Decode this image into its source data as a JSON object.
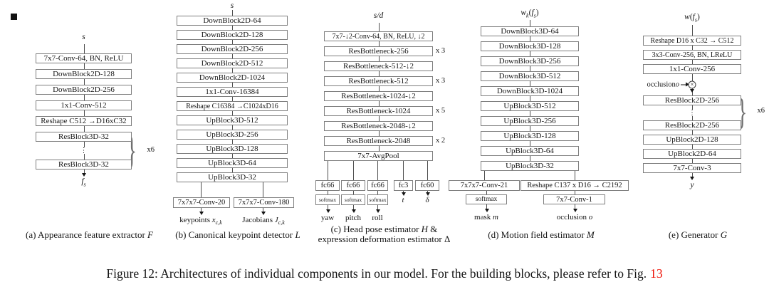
{
  "figure_caption": {
    "text": "Figure 12: Architectures of individual components in our model. For the building blocks, please refer to Fig.",
    "link_text": "13",
    "link_color": "#ee1105"
  },
  "columns": {
    "a": {
      "input": "s",
      "boxes": [
        "7x7-Conv-64, BN, ReLU",
        "DownBlock2D-128",
        "DownBlock2D-256",
        "1x1-Conv-512",
        "Reshape C512 →D16xC32",
        "ResBlock3D-32",
        "ResBlock3D-32"
      ],
      "dots": "⋮",
      "repeat": "x6",
      "output_var": "f",
      "output_sub": "s",
      "caption_prefix": "(a) Appearance feature extractor ",
      "caption_var": "F"
    },
    "b": {
      "input": "s",
      "boxes": [
        "DownBlock2D-64",
        "DownBlock2D-128",
        "DownBlock2D-256",
        "DownBlock2D-512",
        "DownBlock2D-1024",
        "1x1-Conv-16384",
        "Reshape C16384 →C1024xD16",
        "UpBlock3D-512",
        "UpBlock3D-256",
        "UpBlock3D-128",
        "UpBlock3D-64",
        "UpBlock3D-32"
      ],
      "branch_left": "7x7x7-Conv-20",
      "branch_right": "7x7x7-Conv-180",
      "out_left_prefix": "keypoints ",
      "out_left_var": "x",
      "out_left_sub": "c,k",
      "out_right_prefix": "Jacobians ",
      "out_right_var": "J",
      "out_right_sub": "c,k",
      "caption_prefix": "(b) Canonical keypoint detector ",
      "caption_var": "L"
    },
    "c": {
      "input": "s/d",
      "boxes": [
        "7x7-↓2-Conv-64, BN, ReLU, ↓2",
        "ResBottleneck-256",
        "ResBottleneck-512-↓2",
        "ResBottleneck-512",
        "ResBottleneck-1024-↓2",
        "ResBottleneck-1024",
        "ResBottleneck-2048-↓2",
        "ResBottleneck-2048",
        "7x7-AvgPool"
      ],
      "rep1": "x 3",
      "rep2": "x 3",
      "rep3": "x 5",
      "rep4": "x 2",
      "fc": [
        "fc66",
        "fc66",
        "fc66",
        "fc3",
        "fc60"
      ],
      "softmax": "softmax",
      "out_yaw": "yaw",
      "out_pitch": "pitch",
      "out_roll": "roll",
      "out_t": "t",
      "out_delta": "δ",
      "caption1_prefix": "(c) Head pose estimator ",
      "caption1_var": "H",
      "caption1_suffix": " &",
      "caption2_prefix": "expression deformation estimator ",
      "caption2_var": "Δ"
    },
    "d": {
      "input_v1": "w",
      "input_s1": "k",
      "input_m": "(",
      "input_v2": "f",
      "input_s2": "s",
      "input_e": ")",
      "boxes": [
        "DownBlock3D-64",
        "DownBlock3D-128",
        "DownBlock3D-256",
        "DownBlock3D-512",
        "DownBlock3D-1024",
        "UpBlock3D-512",
        "UpBlock3D-256",
        "UpBlock3D-128",
        "UpBlock3D-64",
        "UpBlock3D-32"
      ],
      "branch_left": "7x7x7-Conv-21",
      "branch_right": "Reshape C137 x D16 → C2192",
      "sub_left": "softmax",
      "sub_right": "7x7-Conv-1",
      "out_left_prefix": "mask ",
      "out_left_var": "m",
      "out_right_prefix": "occlusion ",
      "out_right_var": "o",
      "caption_prefix": "(d) Motion field estimator ",
      "caption_var": "M"
    },
    "e": {
      "input_v1": "w",
      "input_m": "(",
      "input_v2": "f",
      "input_s2": "s",
      "input_e": ")",
      "boxes_top": [
        "Reshape D16 x C32 → C512",
        "3x3-Conv-256, BN, LReLU",
        "1x1-Conv-256"
      ],
      "occlusion_prefix": "occlusion ",
      "occlusion_var": "o",
      "boxes_res": [
        "ResBlock2D-256",
        "ResBlock2D-256"
      ],
      "dots": "⋮",
      "repeat": "x6",
      "boxes_bottom": [
        "UpBlock2D-128",
        "UpBlock2D-64",
        "7x7-Conv-3"
      ],
      "output": "y",
      "caption_prefix": "(e) Generator ",
      "caption_var": "G"
    }
  }
}
